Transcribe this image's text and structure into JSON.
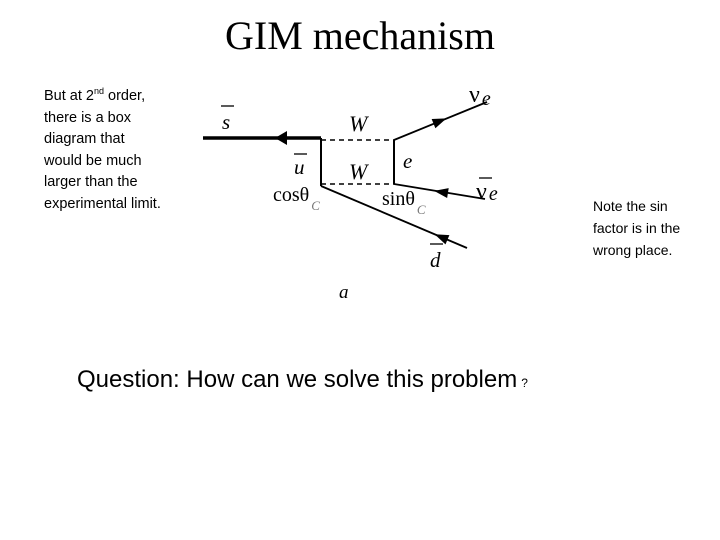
{
  "slide": {
    "title": "GIM mechanism",
    "left_note": {
      "line1_pre": "But at 2",
      "line1_sup": "nd",
      "line1_post": " order,",
      "line2": "there is a box",
      "line3": "diagram that",
      "line4": "would be much",
      "line5": "larger than the",
      "line6": "experimental limit."
    },
    "right_note": {
      "line1": "Note the sin",
      "line2": "factor is in the",
      "line3": "wrong place."
    },
    "question": {
      "text": "Question: How can we solve this problem",
      "mark": "?"
    }
  },
  "diagram": {
    "s_bar": "s",
    "u_bar": "u",
    "w_top": "W",
    "w_bottom": "W",
    "nu_e": "ν",
    "nu_e_sub": "e",
    "e": "e",
    "nu_e_bar": "ν",
    "nu_e_bar_sub": "e",
    "cos_label": "cosθ",
    "cos_sub": "C",
    "sin_label": "sinθ",
    "sin_sub": "C",
    "d_bar": "d",
    "caption": "a"
  }
}
